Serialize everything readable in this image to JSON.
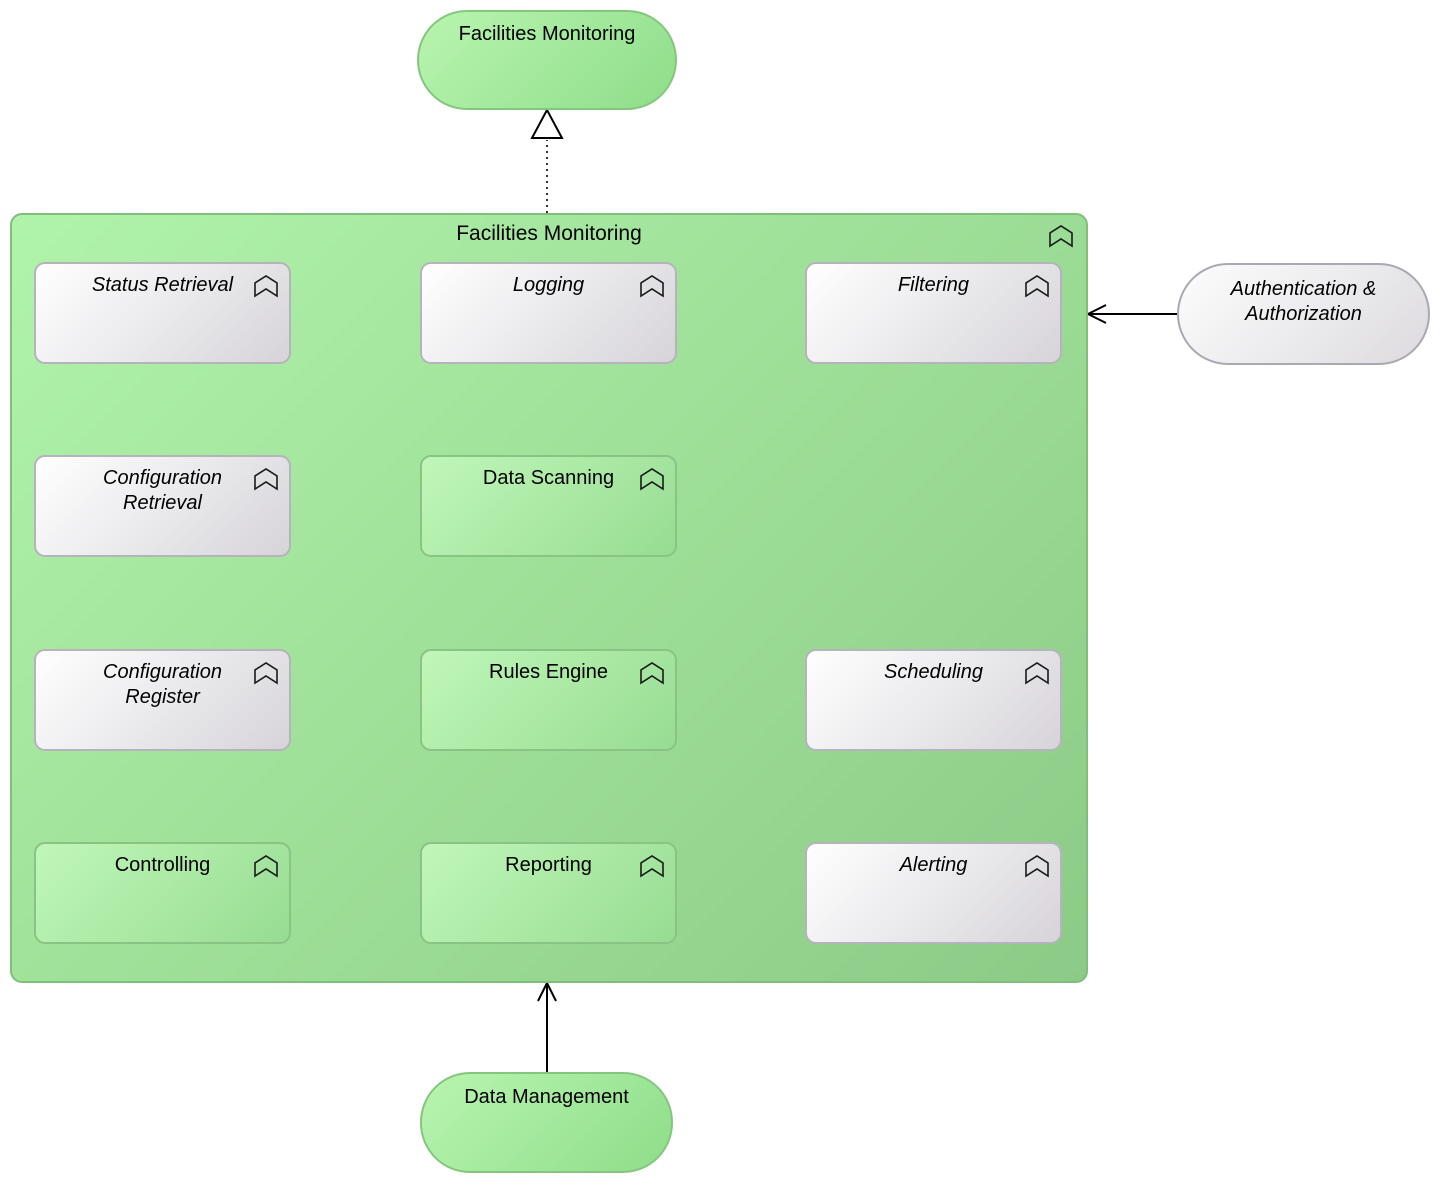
{
  "capsules": {
    "facilities_monitoring_top": {
      "label": "Facilities Monitoring"
    },
    "authentication": {
      "label": "Authentication & Authorization"
    },
    "data_management": {
      "label": "Data Management"
    }
  },
  "container": {
    "title": "Facilities Monitoring"
  },
  "functions": {
    "status_retrieval": {
      "label": "Status Retrieval"
    },
    "logging": {
      "label": "Logging"
    },
    "filtering": {
      "label": "Filtering"
    },
    "configuration_retrieval": {
      "label": "Configuration Retrieval"
    },
    "data_scanning": {
      "label": "Data Scanning"
    },
    "configuration_register": {
      "label": "Configuration Register"
    },
    "rules_engine": {
      "label": "Rules Engine"
    },
    "scheduling": {
      "label": "Scheduling"
    },
    "controlling": {
      "label": "Controlling"
    },
    "reporting": {
      "label": "Reporting"
    },
    "alerting": {
      "label": "Alerting"
    }
  },
  "icons": {
    "function_icon": "business-function-chevron"
  },
  "colors": {
    "container_green_start": "#b0f3aa",
    "container_green_end": "#8ccb87",
    "green_border": "#7fbf7a",
    "box_green_start": "#c0f7b8",
    "box_green_end": "#97dc93",
    "box_gray_start": "#ffffff",
    "box_gray_end": "#d6d4d9",
    "gray_border": "#b6b3bd",
    "arrow": "#000000",
    "text": "#000000"
  }
}
